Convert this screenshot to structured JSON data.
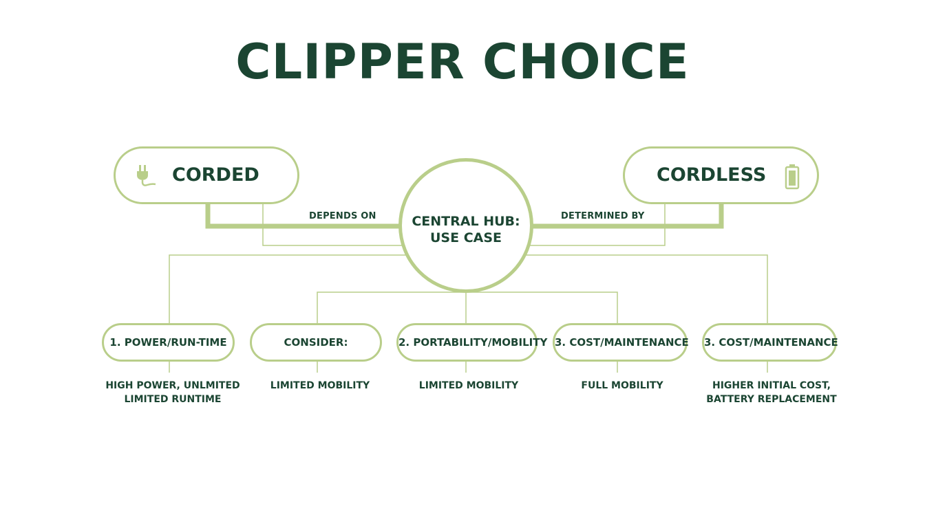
{
  "title": "CLIPPER CHOICE",
  "corded": {
    "label": "CORDED",
    "icon": "plug-icon"
  },
  "cordless": {
    "label": "CORDLESS",
    "icon": "battery-icon"
  },
  "hub": {
    "line1": "CENTRAL HUB:",
    "line2": "USE CASE"
  },
  "connectors": {
    "left": "DEPENDS ON",
    "right": "DETERMINED BY"
  },
  "factors": [
    {
      "label": "1. POWER/RUN-TIME",
      "desc": [
        "HIGH POWER, UNLMITED",
        "LIMITED RUNTIME"
      ]
    },
    {
      "label": "CONSIDER:",
      "desc": [
        "LIMITED MOBILITY"
      ]
    },
    {
      "label": "2. PORTABILITY/MOBILITY",
      "desc": [
        "LIMITED MOBILITY"
      ]
    },
    {
      "label": "3. COST/MAINTENANCE",
      "desc": [
        "FULL MOBILITY"
      ]
    },
    {
      "label": "3. COST/MAINTENANCE",
      "desc": [
        "HIGHER INITIAL COST,",
        "BATTERY REPLACEMENT"
      ]
    }
  ],
  "colors": {
    "accent": "#b9ce8a",
    "text": "#1b4532",
    "background": "#ffffff"
  }
}
